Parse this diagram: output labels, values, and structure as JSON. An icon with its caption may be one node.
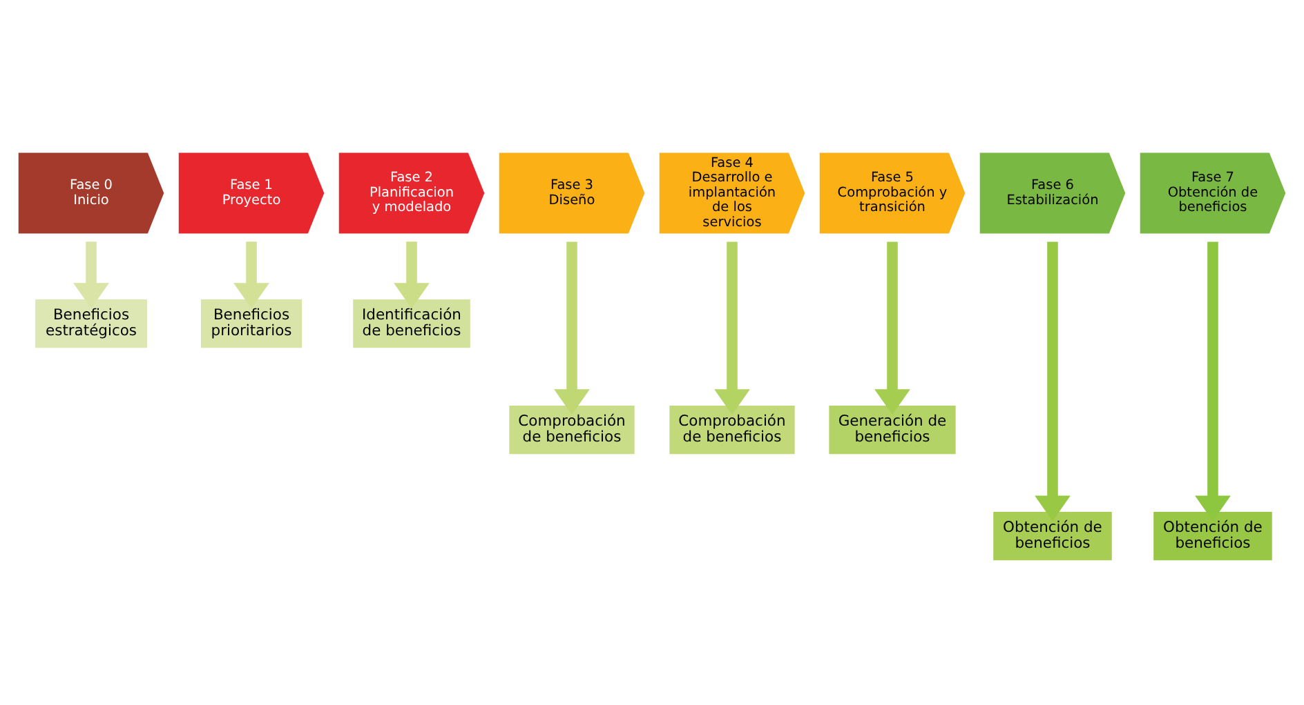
{
  "diagram": {
    "nodes": [
      {
        "text": [
          "Fase 0",
          "Inicio"
        ]
      },
      {
        "text": [
          "Fase 1",
          "Proyecto"
        ]
      },
      {
        "text": [
          "Fase 2",
          "Planificacion y modelado"
        ]
      },
      {
        "text": [
          "Fase 3",
          "Diseño"
        ]
      },
      {
        "text": [
          "Fase 4",
          "Desarrollo e implantación de los servicios"
        ]
      },
      {
        "text": [
          "Fase 5",
          "Comprobación y transición"
        ]
      },
      {
        "text": [
          "Fase 6",
          "Estabilización"
        ]
      },
      {
        "text": [
          "Fase 7",
          "Obtención de beneficios"
        ]
      },
      {
        "text": [
          "Beneficios estratégicos"
        ]
      },
      {
        "text": [
          "Beneficios prioritarios"
        ]
      },
      {
        "text": [
          "Identificación de beneficios"
        ]
      },
      {
        "text": [
          "Comprobación de beneficios"
        ]
      },
      {
        "text": [
          "Comprobación de beneficios"
        ]
      },
      {
        "text": [
          "Generación de beneficios"
        ]
      },
      {
        "text": [
          "Obtención de beneficios"
        ]
      },
      {
        "text": [
          "Obtención de beneficios"
        ]
      }
    ],
    "edges": [
      {
        "from": 0,
        "to": 8,
        "arrow": "to",
        "color": "#d9e4a6"
      },
      {
        "from": 1,
        "to": 9,
        "arrow": "to",
        "color": "#d3e197"
      },
      {
        "from": 2,
        "to": 10,
        "arrow": "to",
        "color": "#cbdd86"
      },
      {
        "from": 3,
        "to": 11,
        "arrow": "to",
        "color": "#bfd873"
      },
      {
        "from": 4,
        "to": 12,
        "arrow": "to",
        "color": "#b3d462"
      },
      {
        "from": 5,
        "to": 13,
        "arrow": "to",
        "color": "#a5ce50"
      },
      {
        "from": 6,
        "to": 14,
        "arrow": "to",
        "color": "#99c944"
      },
      {
        "from": 7,
        "to": 15,
        "arrow": "to",
        "color": "#8dc63f"
      }
    ]
  }
}
